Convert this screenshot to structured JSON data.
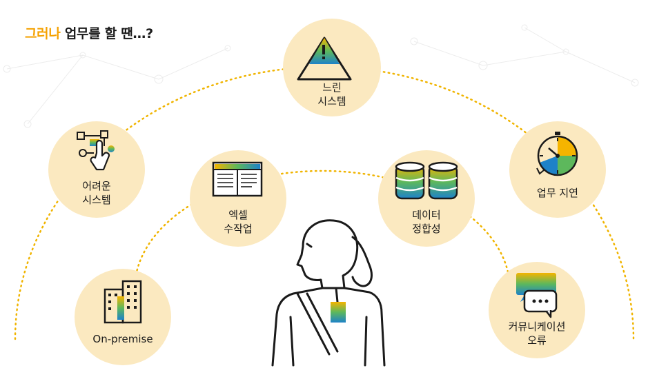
{
  "heading": {
    "accent": "그러나",
    "rest": "업무를 할 땐…?"
  },
  "colors": {
    "accent": "#f5a100",
    "bubble": "#fbe9c0",
    "arc": "#f0b400",
    "grad_yellow": "#f5b400",
    "grad_green": "#5db85c",
    "grad_blue": "#1e82c8",
    "line": "#1a1a1a"
  },
  "nodes": {
    "slow_system": {
      "line1": "느린",
      "line2": "시스템",
      "icon": "warning-pyramid-icon"
    },
    "hard_system": {
      "line1": "어려운",
      "line2": "시스템",
      "icon": "touch-flow-icon"
    },
    "excel": {
      "line1": "엑셀",
      "line2": "수작업",
      "icon": "spreadsheet-icon"
    },
    "data": {
      "line1": "데이터",
      "line2": "정합성",
      "icon": "database-icon"
    },
    "delay": {
      "line1": "업무 지연",
      "icon": "clock-icon"
    },
    "onprem": {
      "line1": "On-premise",
      "icon": "building-icon"
    },
    "comm": {
      "line1": "커뮤니케이션",
      "line2": "오류",
      "icon": "chat-bubble-icon"
    }
  },
  "center": {
    "icon": "person-with-badge-icon"
  }
}
